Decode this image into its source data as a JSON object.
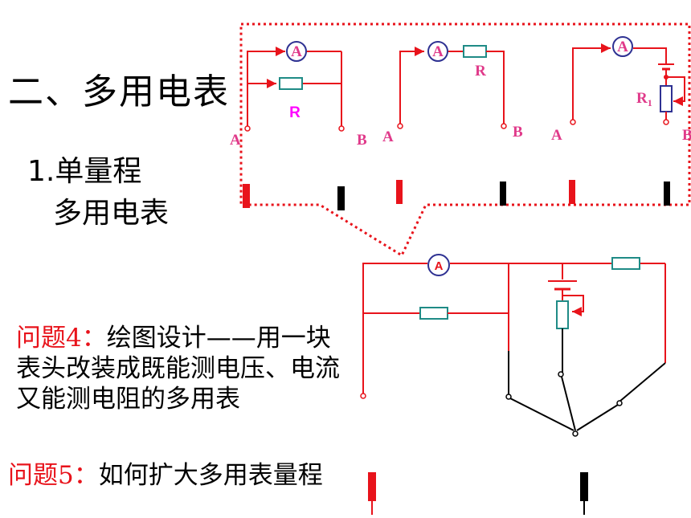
{
  "title": "二、多用电表",
  "subtitle_line1": "1.单量程",
  "subtitle_line2": "多用电表",
  "question4": {
    "label": "问题4：",
    "text": "绘图设计——用一块表头改装成既能测电压、电流又能测电阻的多用表"
  },
  "question5": {
    "label": "问题5：",
    "text": "如何扩大多用表量程"
  },
  "circuits": {
    "ammeter_symbol": "A",
    "resistor_label": "R",
    "rheostat_label": "R",
    "rheostat_subscript": "1",
    "terminal_a": "A",
    "terminal_b": "B"
  },
  "colors": {
    "wire": "#e8131b",
    "probe_red": "#e8131b",
    "probe_black": "#000000",
    "resistor": "#1f8b86",
    "ammeter_outline": "#2e3192",
    "label": "#e03a8a",
    "r_bold_label": "#ff00ff",
    "dotted_outline": "#e8131b"
  }
}
